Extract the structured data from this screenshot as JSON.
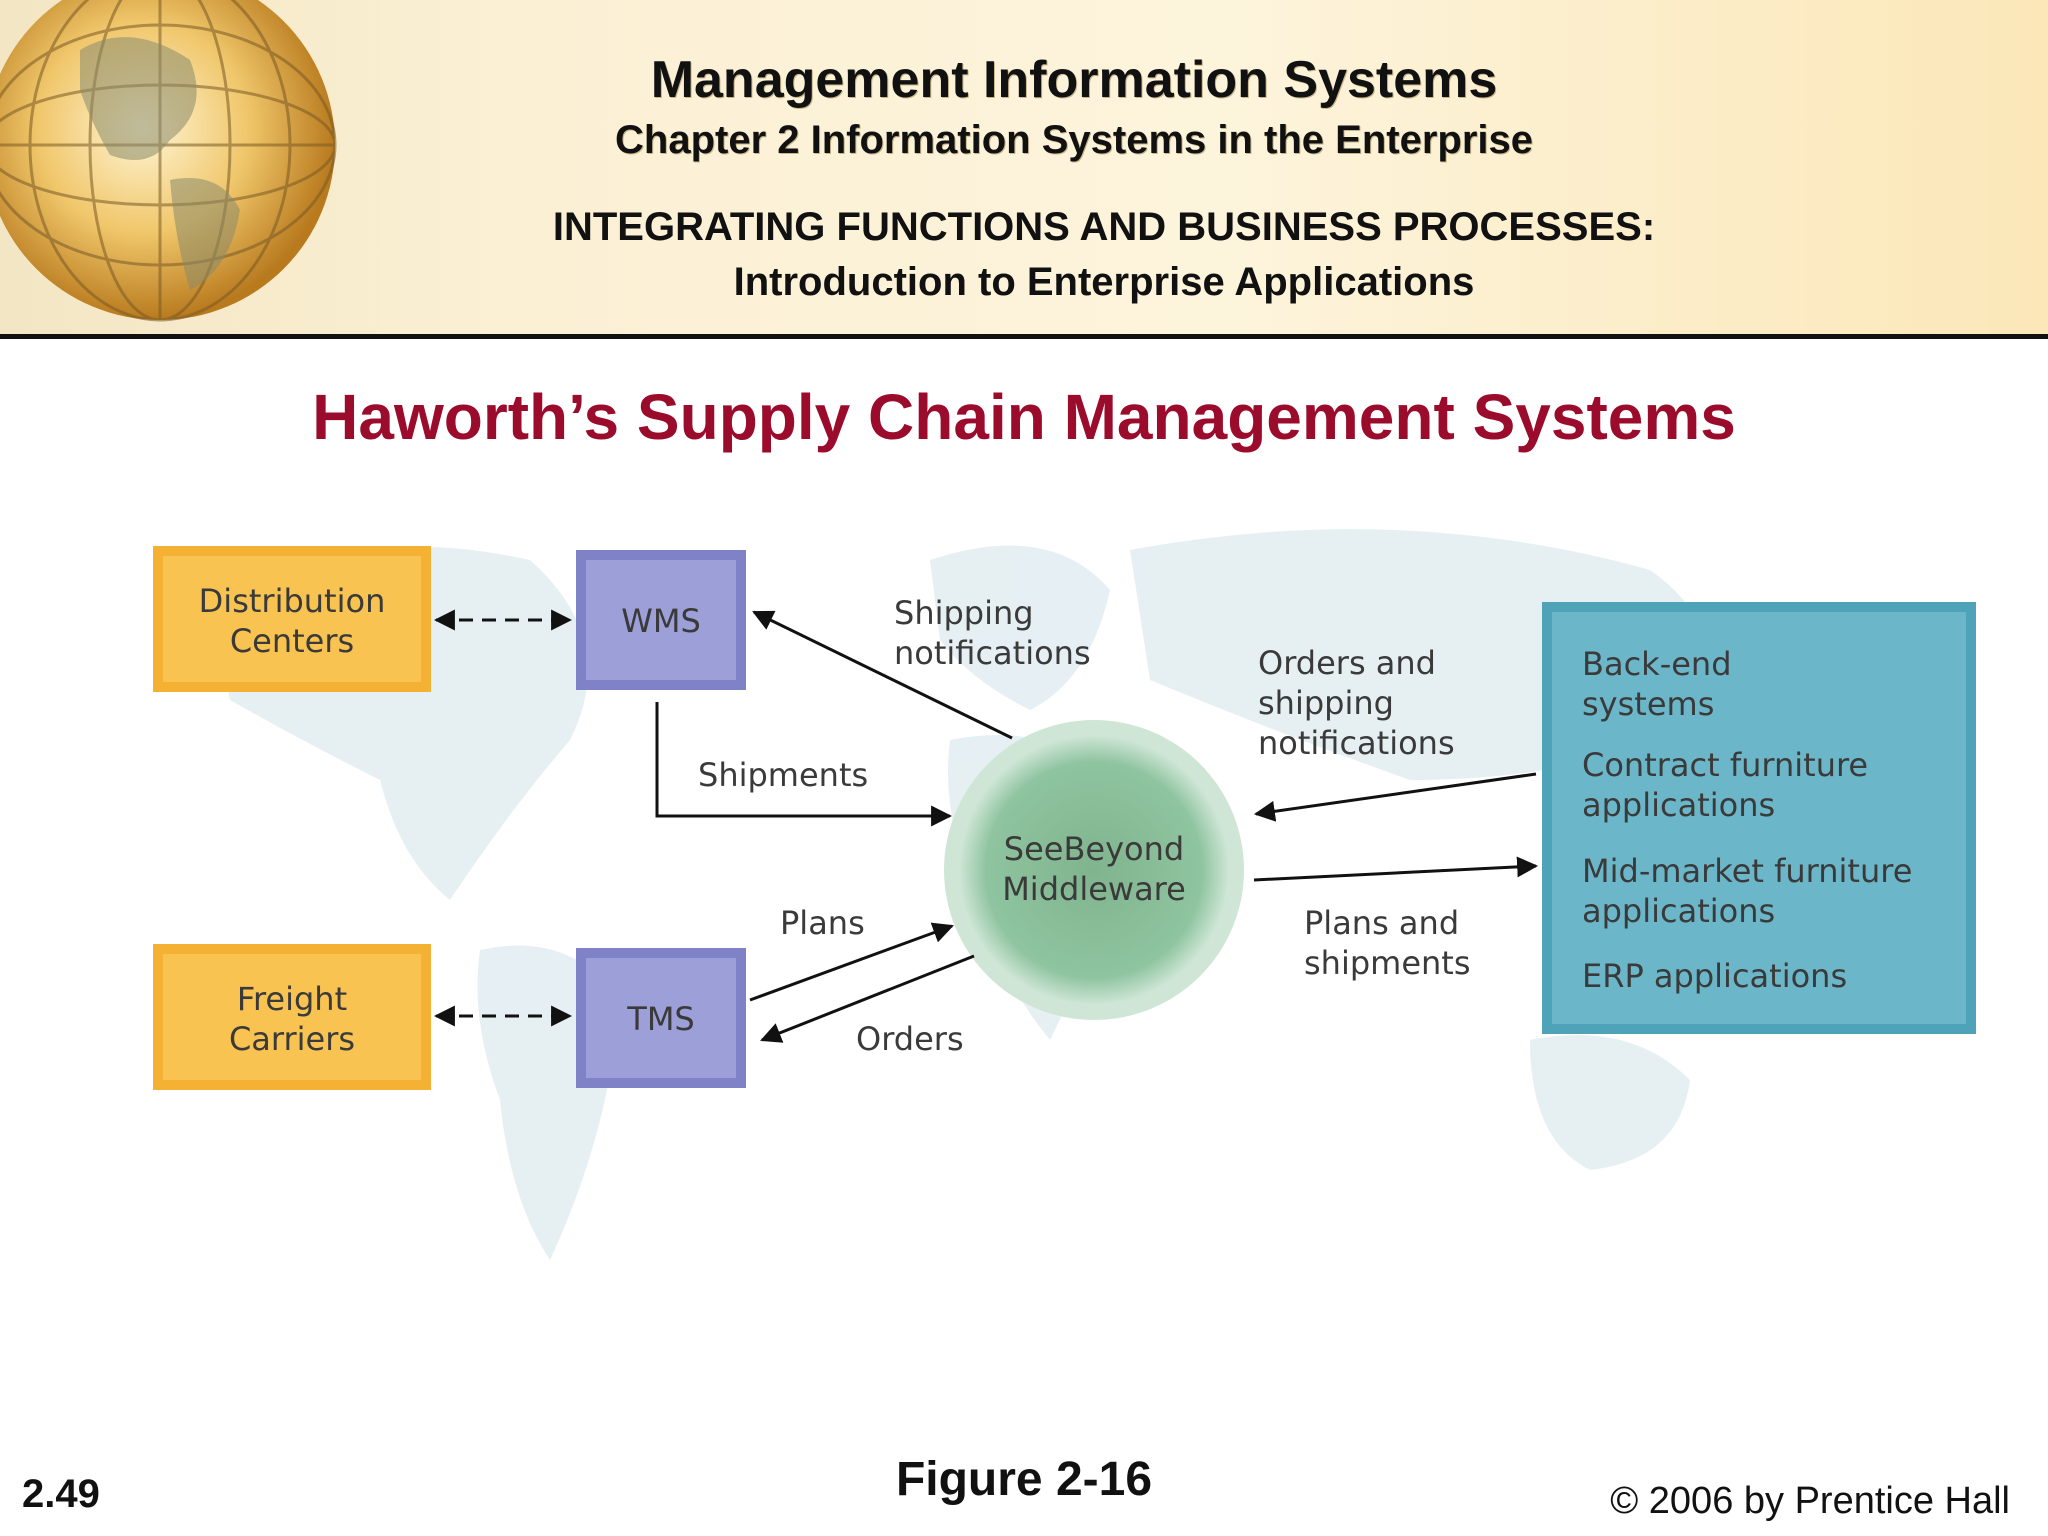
{
  "header": {
    "title": "Management Information Systems",
    "chapter": "Chapter 2 Information Systems in the Enterprise",
    "section_line1": "INTEGRATING FUNCTIONS AND BUSINESS PROCESSES:",
    "section_line2": "Introduction to Enterprise Applications"
  },
  "slide": {
    "title": "Haworth’s Supply Chain Management Systems"
  },
  "diagram": {
    "distribution_centers": [
      "Distribution",
      "Centers"
    ],
    "freight_carriers": [
      "Freight",
      "Carriers"
    ],
    "wms": "WMS",
    "tms": "TMS",
    "middleware": [
      "SeeBeyond",
      "Middleware"
    ],
    "backend_items": [
      [
        "Back-end",
        "systems"
      ],
      [
        "Contract furniture",
        "applications"
      ],
      [
        "Mid-market furniture",
        "applications"
      ],
      [
        "ERP applications"
      ]
    ],
    "edge_labels": {
      "shipping_notifications": [
        "Shipping",
        "notifications"
      ],
      "shipments": "Shipments",
      "plans": "Plans",
      "orders": "Orders",
      "orders_and_shipping": [
        "Orders and",
        "shipping",
        "notifications"
      ],
      "plans_and_shipments": [
        "Plans and",
        "shipments"
      ]
    },
    "colors": {
      "orange_box": "#f5b133",
      "purple_box": "#9d9fd8",
      "middleware_circle": "#8fc4a0",
      "backend_box": "#6bb7c9"
    }
  },
  "footer": {
    "page_number": "2.49",
    "figure_label": "Figure 2-16",
    "copyright": "© 2006 by Prentice Hall"
  }
}
